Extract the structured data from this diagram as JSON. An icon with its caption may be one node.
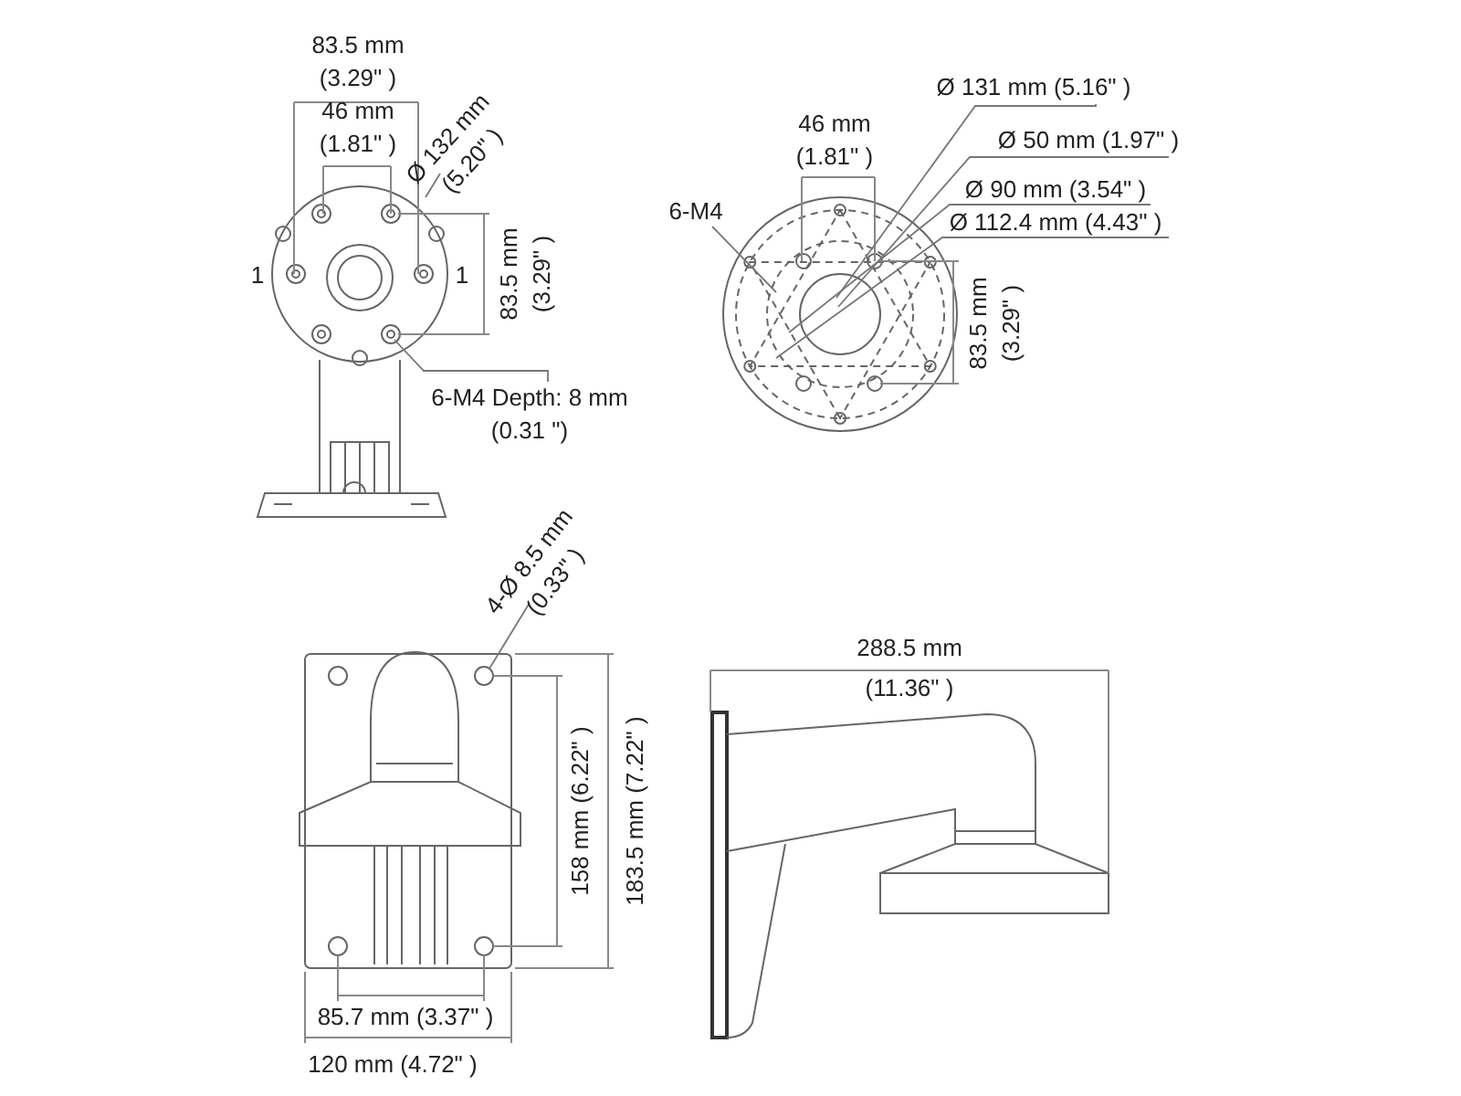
{
  "diagram": {
    "nodes": [
      {
        "text": [
          "Ø 132 mm (5.20\" )"
        ]
      },
      {
        "text": [
          "6-M4 Depth: 8 mm (0.31 \")"
        ]
      },
      {
        "text": [
          "6-M4"
        ]
      },
      {
        "text": [
          "Ø 131 mm (5.16\" )"
        ]
      },
      {
        "text": [
          "Ø 50 mm (1.97\" )"
        ]
      },
      {
        "text": [
          "Ø 90 mm (3.54\" )"
        ]
      },
      {
        "text": [
          "Ø 112.4 mm (4.43\" )"
        ]
      },
      {
        "text": [
          "4-Ø 8.5 mm (0.33\" )"
        ]
      }
    ],
    "edges": [
      {
        "from": 0,
        "to": null,
        "arrow": "none"
      },
      {
        "from": 1,
        "to": null,
        "arrow": "none"
      },
      {
        "from": 2,
        "to": null,
        "arrow": "none"
      },
      {
        "from": 3,
        "to": null,
        "arrow": "none"
      },
      {
        "from": 4,
        "to": null,
        "arrow": "none"
      },
      {
        "from": 5,
        "to": null,
        "arrow": "none"
      },
      {
        "from": 6,
        "to": null,
        "arrow": "none"
      },
      {
        "from": 7,
        "to": null,
        "arrow": "none"
      }
    ],
    "labels": [
      "83.5 mm (3.29\" )",
      "46 mm (1.81\" )",
      "1",
      "1",
      "83.5 mm (3.29\" )",
      "46 mm (1.81\" )",
      "83.5 mm (3.29\" )",
      "158 mm (6.22\" )",
      "183.5 mm (7.22\" )",
      "85.7 mm (3.37\" )",
      "120 mm (4.72\" )",
      "288.5 mm (11.36\" )"
    ]
  }
}
